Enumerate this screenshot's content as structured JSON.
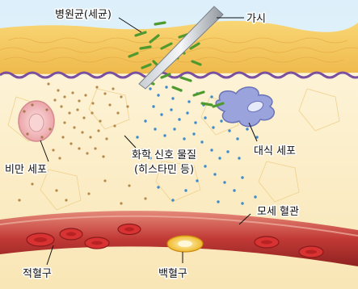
{
  "labels": {
    "pathogen": "병원균(세균)",
    "thorn": "가시",
    "mast_cell": "비만 세포",
    "chemical_signal_line1": "화학 신호 물질",
    "chemical_signal_line2": "(히스타민 등)",
    "macrophage": "대식 세포",
    "capillary": "모세 혈관",
    "red_blood_cell": "적혈구",
    "white_blood_cell": "백혈구"
  },
  "colors": {
    "sky": "#e8f4fb",
    "epidermis": "#f5c75a",
    "dermis": "#fbefc8",
    "membrane": "#7a4fa0",
    "bacteria": "#5aa83a",
    "histamine": "#b58a4a",
    "signal_dot": "#3f8ccc",
    "macrophage": "#9aa3dc",
    "mast_cell": "#f2b6b9",
    "vessel": "#c94040",
    "rbc": "#d93232",
    "wbc": "#f2c94c"
  }
}
